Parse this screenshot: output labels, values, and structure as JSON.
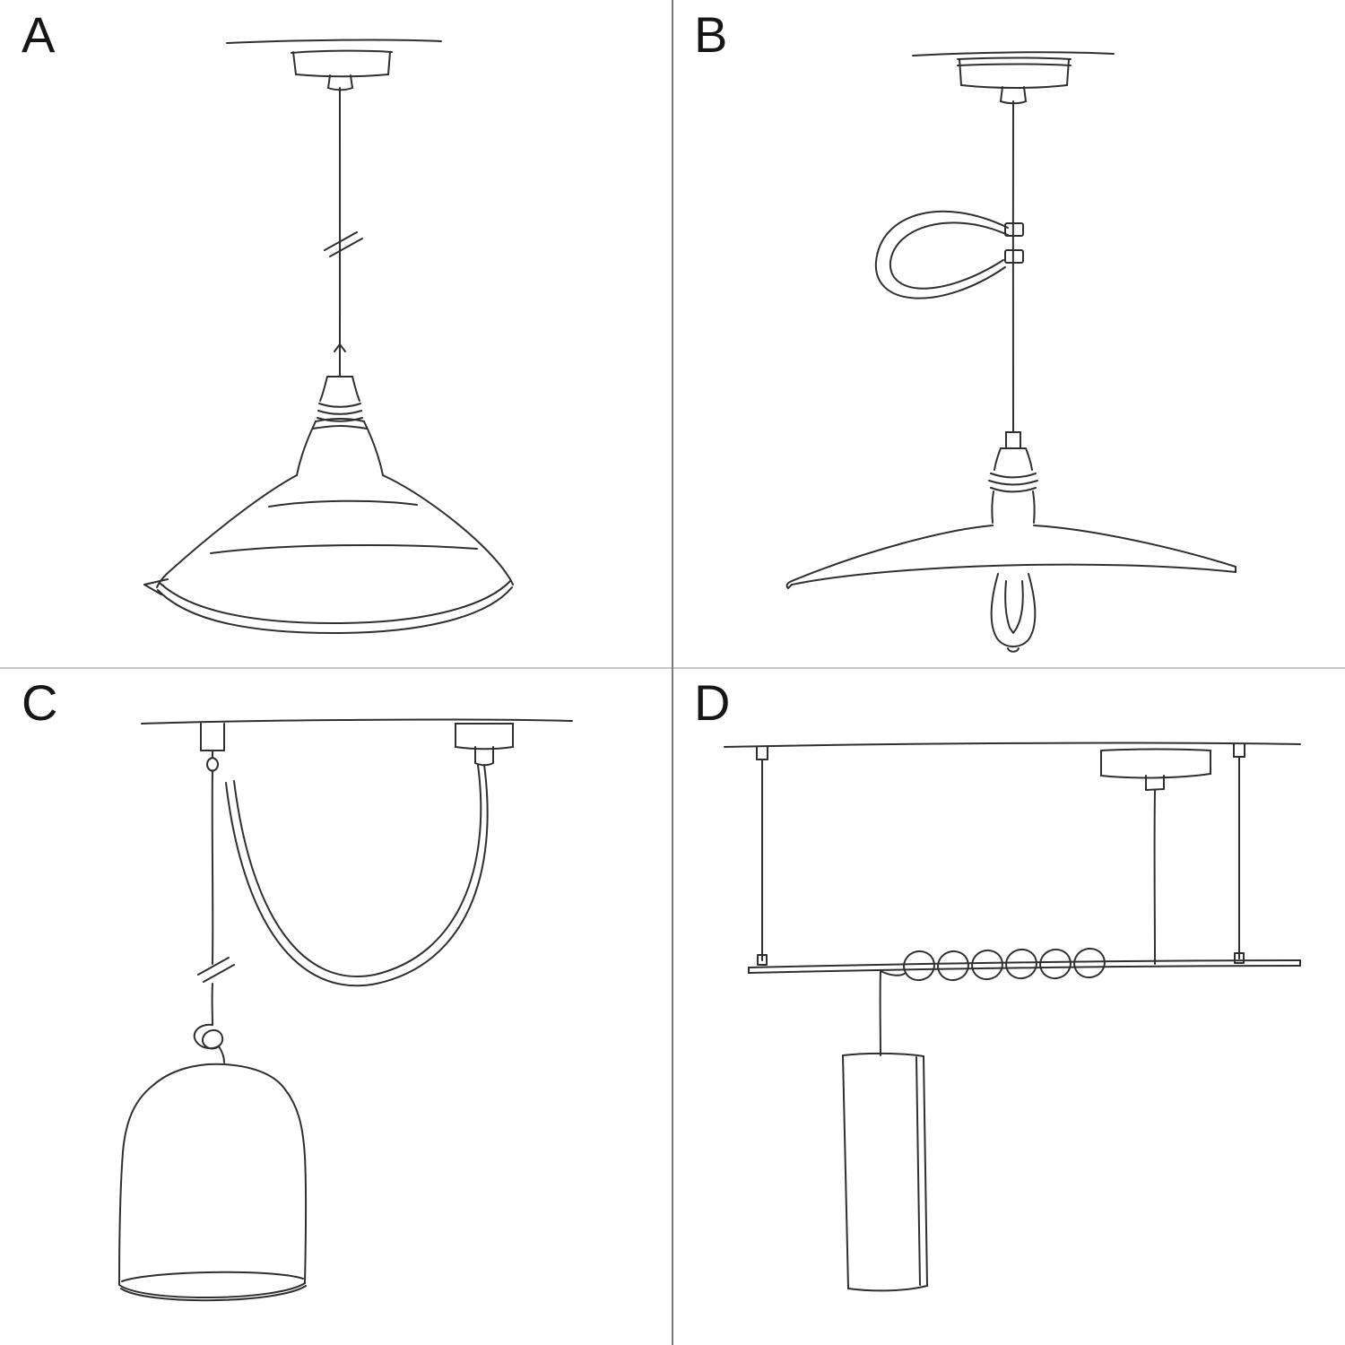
{
  "canvas": {
    "background": "#ffffff",
    "sketch_stroke": "#2f2f2f",
    "divider_vertical_color": "#7a7a7a",
    "divider_horizontal_color": "#c6c6c6"
  },
  "panels": [
    {
      "label": "A",
      "name": "industrial-shade-pendant-sketch"
    },
    {
      "label": "B",
      "name": "plate-shade-pendant-with-cable-clip-sketch"
    },
    {
      "label": "C",
      "name": "swag-bell-shade-pendant-sketch"
    },
    {
      "label": "D",
      "name": "bar-suspension-tube-pendant-sketch"
    }
  ]
}
